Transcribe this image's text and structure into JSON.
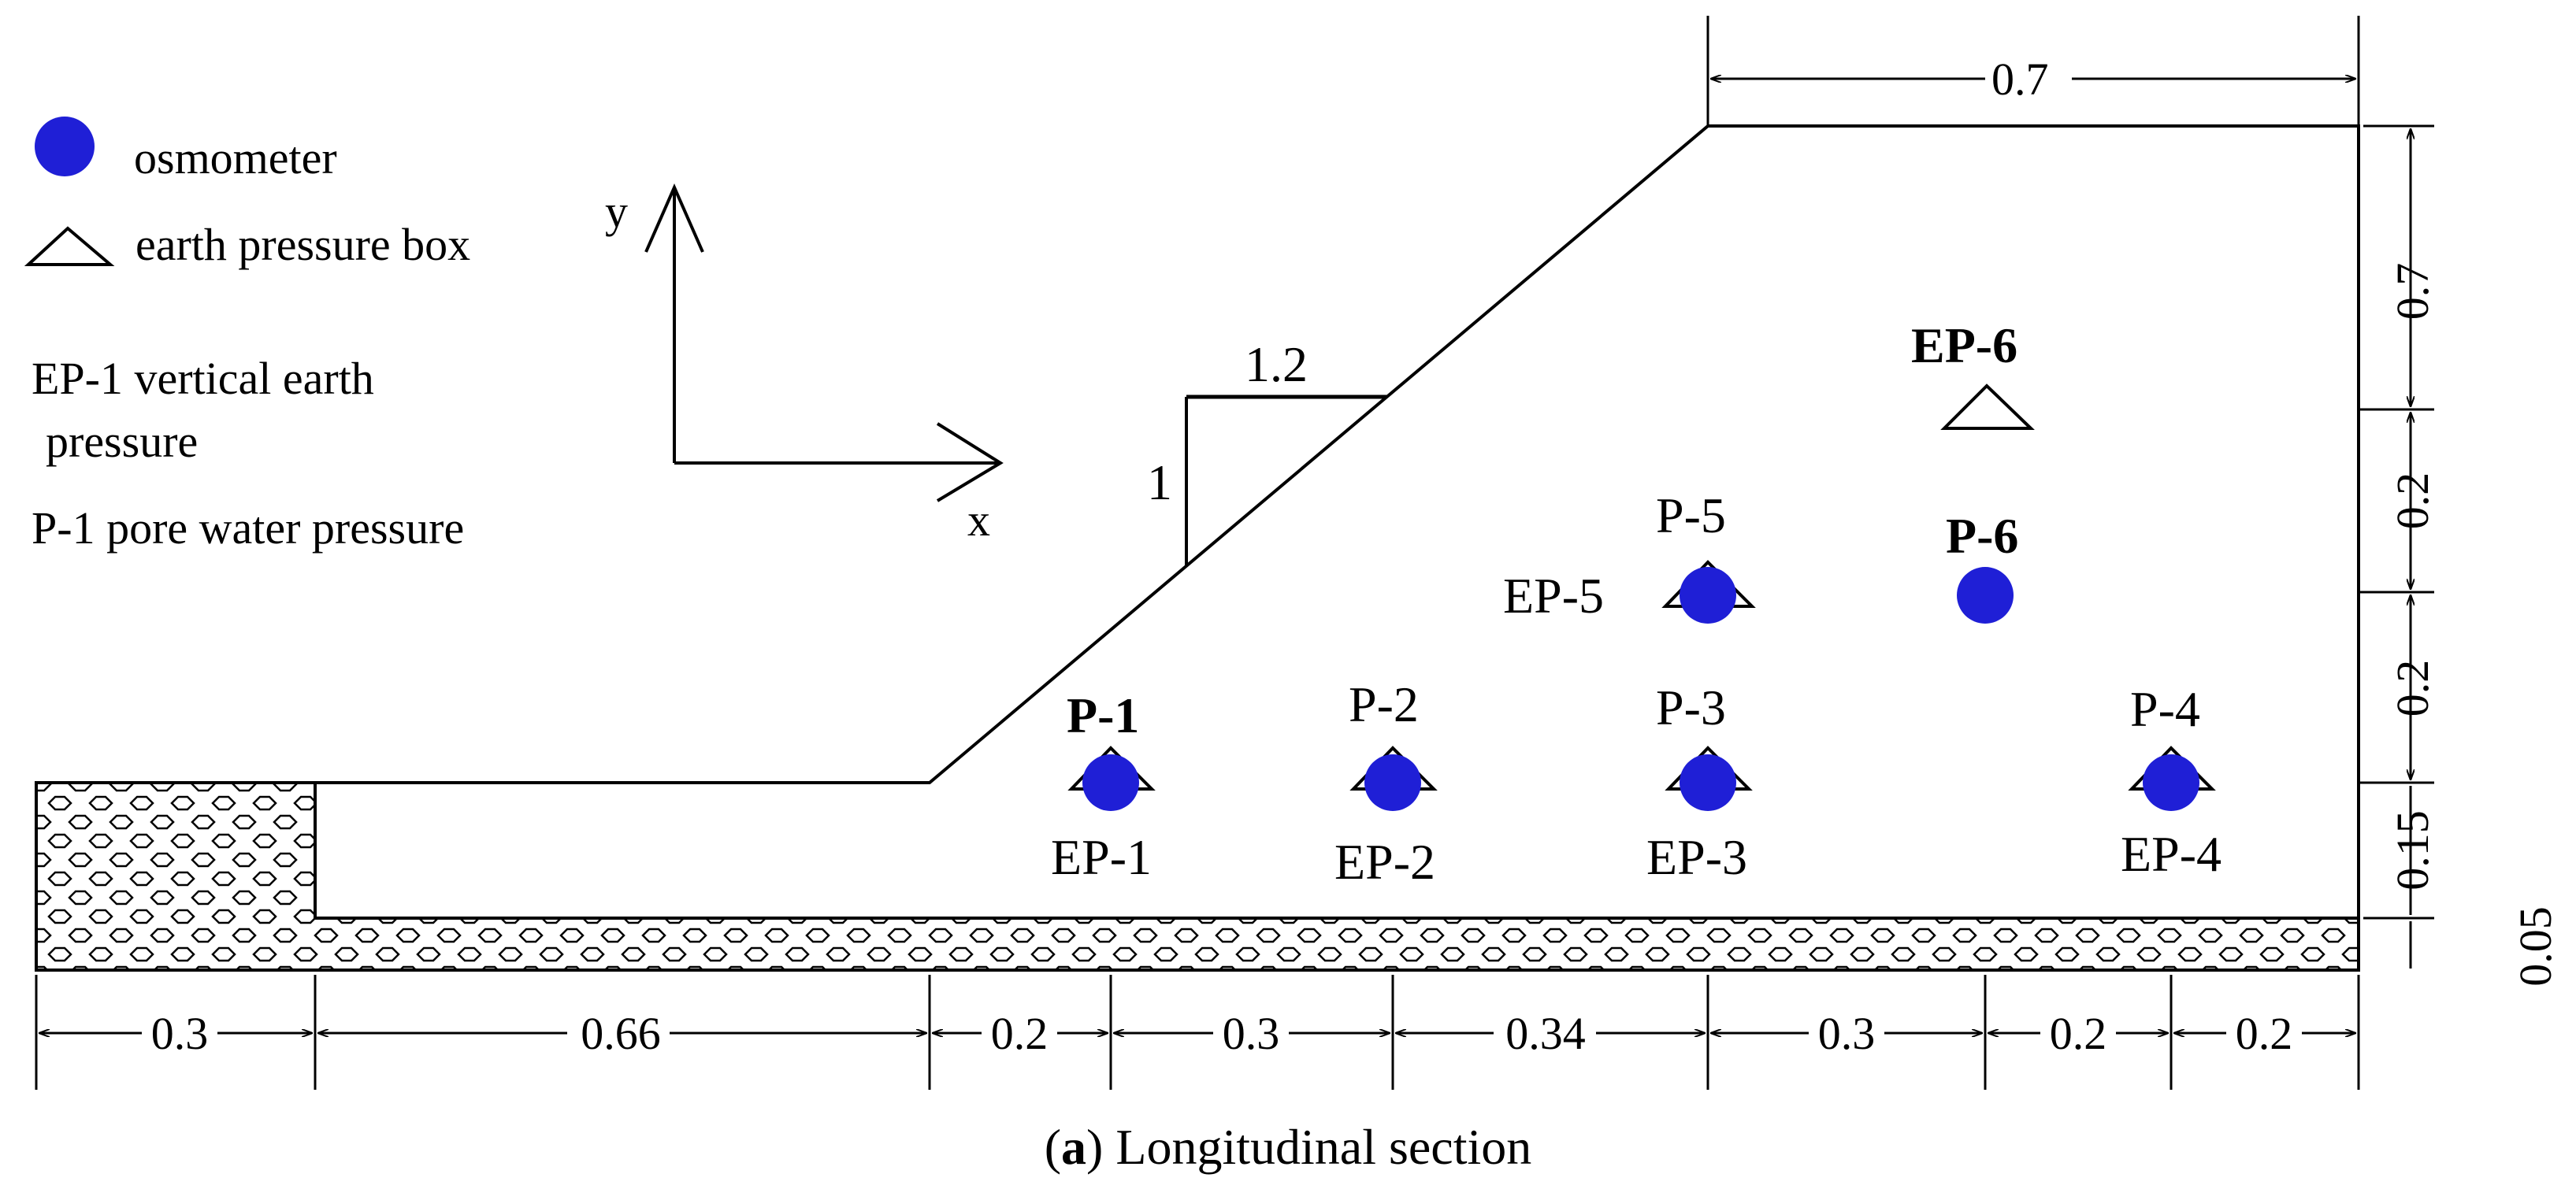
{
  "legend": {
    "osmometer": "osmometer",
    "earth_pressure_box": "earth pressure box",
    "ep_desc_line1": "EP-1 vertical earth",
    "ep_desc_line2": "pressure",
    "p_desc": "P-1 pore water pressure"
  },
  "axes": {
    "y": "y",
    "x": "x"
  },
  "slope": {
    "run": "1.2",
    "rise": "1"
  },
  "sensors": {
    "p1": "P-1",
    "p2": "P-2",
    "p3": "P-3",
    "p4": "P-4",
    "p5": "P-5",
    "p6": "P-6",
    "ep1": "EP-1",
    "ep2": "EP-2",
    "ep3": "EP-3",
    "ep4": "EP-4",
    "ep5": "EP-5",
    "ep6": "EP-6"
  },
  "dimensions": {
    "top_width": "0.7",
    "right": [
      "0.7",
      "0.2",
      "0.2",
      "0.15",
      "0.05"
    ],
    "bottom": [
      "0.3",
      "0.66",
      "0.2",
      "0.3",
      "0.34",
      "0.3",
      "0.2",
      "0.2"
    ]
  },
  "caption": {
    "letter": "a",
    "text": "Longitudinal section"
  },
  "colors": {
    "osmometer": "#1f1fd6",
    "line": "#000000"
  }
}
